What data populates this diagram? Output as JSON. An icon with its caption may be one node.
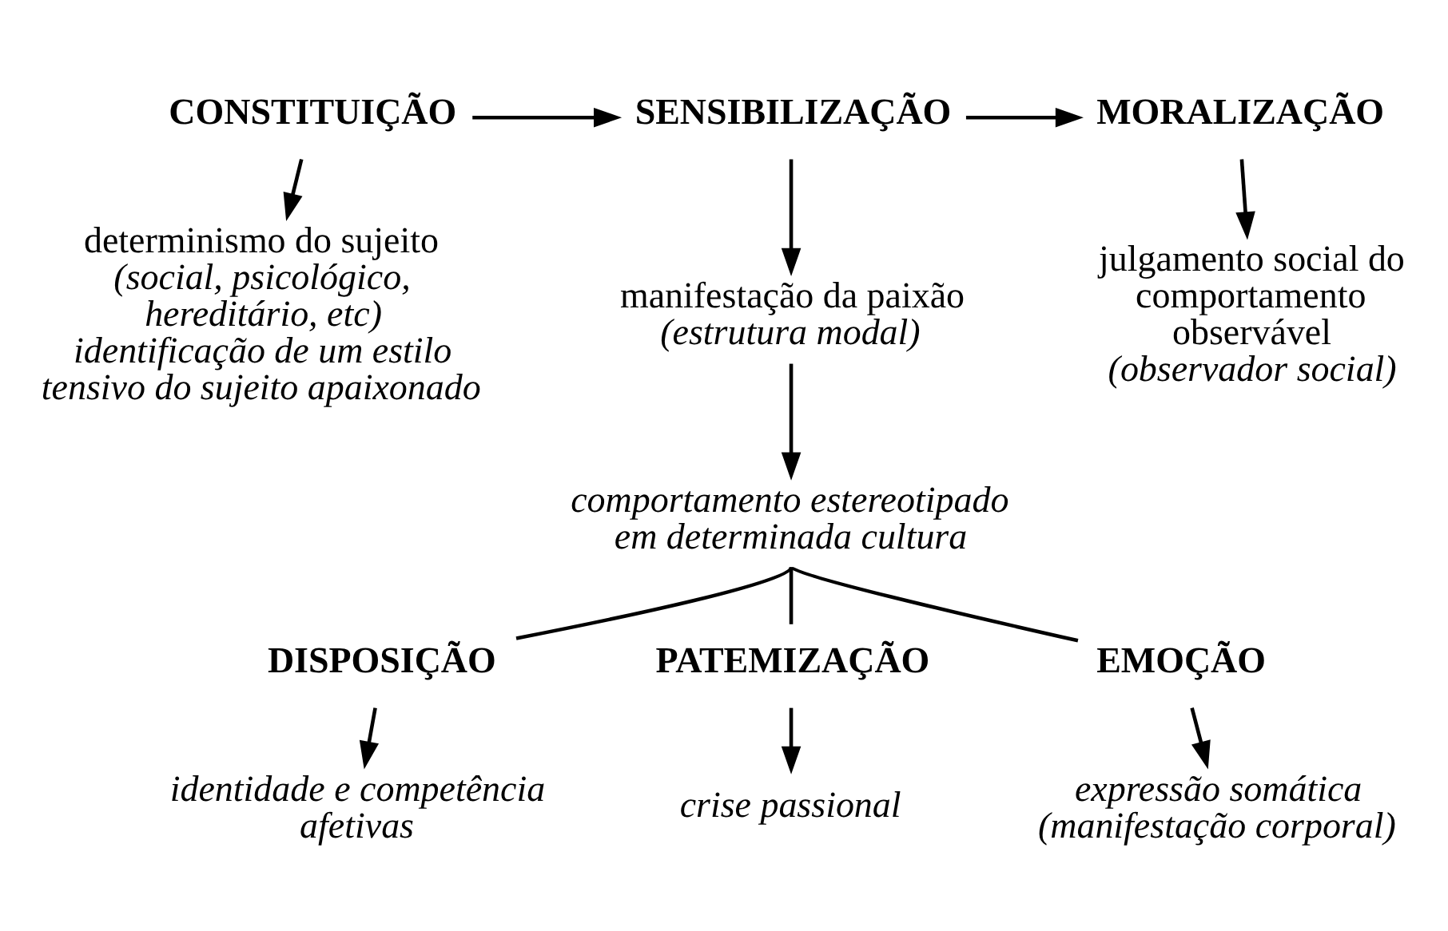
{
  "diagram": {
    "nodes": [
      {
        "text": [
          "CONSTITUIÇÃO"
        ]
      },
      {
        "text": [
          "SENSIBILIZAÇÃO"
        ]
      },
      {
        "text": [
          "MORALIZAÇÃO"
        ]
      },
      {
        "text": [
          "determinismo do sujeito",
          "(social, psicológico, hereditário, etc)",
          "identificação de um estilo tensivo do sujeito apaixonado"
        ]
      },
      {
        "text": [
          "manifestação da paixão",
          "(estrutura modal)"
        ]
      },
      {
        "text": [
          "julgamento social do comportamento observável",
          "(observador social)"
        ]
      },
      {
        "text": [
          "comportamento estereotipado em determinada cultura"
        ]
      },
      {
        "text": [
          "DISPOSIÇÃO"
        ]
      },
      {
        "text": [
          "PATEMIZAÇÃO"
        ]
      },
      {
        "text": [
          "EMOÇÃO"
        ]
      },
      {
        "text": [
          "identidade e competência afetivas"
        ]
      },
      {
        "text": [
          "crise passional"
        ]
      },
      {
        "text": [
          "expressão somática",
          "(manifestação corporal)"
        ]
      }
    ],
    "edges": [
      {
        "from": 0,
        "to": 1,
        "arrow": "to"
      },
      {
        "from": 1,
        "to": 2,
        "arrow": "to"
      },
      {
        "from": 0,
        "to": 3,
        "arrow": "to"
      },
      {
        "from": 1,
        "to": 4,
        "arrow": "to"
      },
      {
        "from": 2,
        "to": 5,
        "arrow": "to"
      },
      {
        "from": 4,
        "to": 6,
        "arrow": "to"
      },
      {
        "from": 6,
        "to": 7,
        "arrow": "none"
      },
      {
        "from": 6,
        "to": 8,
        "arrow": "none"
      },
      {
        "from": 6,
        "to": 9,
        "arrow": "none"
      },
      {
        "from": 7,
        "to": 10,
        "arrow": "to"
      },
      {
        "from": 8,
        "to": 11,
        "arrow": "to"
      },
      {
        "from": 9,
        "to": 12,
        "arrow": "to"
      }
    ]
  }
}
